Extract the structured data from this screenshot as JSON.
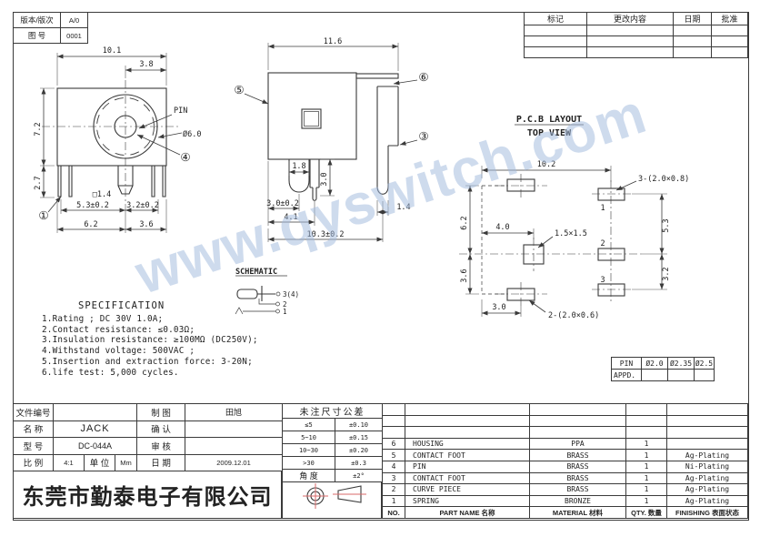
{
  "sheet": {
    "company": "东莞市勤泰电子有限公司",
    "watermark": "www.qyswitch.com"
  },
  "version_table": {
    "r1_label": "版本/版次",
    "r1_value": "A/0",
    "r2_label": "图 号",
    "r2_value": "0001"
  },
  "revision_table": {
    "headers": [
      "标记",
      "更改内容",
      "日期",
      "批准"
    ]
  },
  "front_view": {
    "dim_width": "10.1",
    "dim_offset": "3.8",
    "dim_height": "7.2",
    "dim_leg": "2.7",
    "pin_label": "PIN",
    "dim_dia": "Ø6.0",
    "dim_square": "□1.4",
    "dim_53": "5.3±0.2",
    "dim_32": "3.2±0.2",
    "dim_62": "6.2",
    "dim_36": "3.6",
    "balloon_1": "①",
    "balloon_4": "④"
  },
  "side_view": {
    "dim_width": "11.6",
    "dim_leg_w": "1.8",
    "dim_pin": "3.0",
    "dim_30": "3.0±0.2",
    "dim_41": "4.1",
    "dim_14": "1.4",
    "dim_103": "10.3±0.2",
    "balloon_5": "⑤",
    "balloon_6": "⑥",
    "balloon_3": "③"
  },
  "pcb_layout": {
    "title": "P.C.B LAYOUT",
    "subtitle": "TOP VIEW",
    "dim_102": "10.2",
    "dim_62": "6.2",
    "dim_36": "3.6",
    "dim_40": "4.0",
    "dim_53": "5.3",
    "dim_32": "3.2",
    "dim_30": "3.0",
    "pad_square": "1.5×1.5",
    "pads_3": "3-(2.0×0.8)",
    "pads_2": "2-(2.0×0.6)",
    "pin1": "1",
    "pin2": "2",
    "pin3": "3"
  },
  "schematic": {
    "title": "SCHEMATIC",
    "pin_34": "3(4)",
    "pin_2": "2",
    "pin_1": "1"
  },
  "specification": {
    "title": "SPECIFICATION",
    "lines": [
      "1.Rating ; DC 30V 1.0A;",
      "2.Contact resistance: ≤0.03Ω;",
      "3.Insulation resistance: ≥100MΩ (DC250V);",
      "4.Withstand voltage: 500VAC ;",
      "5.Insertion and extraction force: 3-20N;",
      "6.life test: 5,000 cycles."
    ]
  },
  "pin_table": {
    "label": "PIN",
    "d1": "Ø2.0",
    "d2": "Ø2.35",
    "d3": "Ø2.5",
    "appd": "APPD."
  },
  "title_block": {
    "file_label": "文件编号",
    "draw_label": "制 图",
    "drawer": "田旭",
    "name_label": "名 称",
    "name": "JACK",
    "confirm_label": "确 认",
    "model_label": "型 号",
    "model": "DC-044A",
    "check_label": "审 核",
    "scale_label": "比 例",
    "scale": "4:1",
    "unit_label": "单 位",
    "unit": "Mm",
    "date_label": "日 期",
    "date": "2009.12.01"
  },
  "tolerance_table": {
    "title": "未注尺寸公差",
    "rows": [
      [
        "≤5",
        "±0.10"
      ],
      [
        "5~10",
        "±0.15"
      ],
      [
        "10~30",
        "±0.20"
      ],
      [
        ">30",
        "±0.3"
      ],
      [
        "角 度",
        "±2°"
      ]
    ]
  },
  "parts_table": {
    "headers": [
      "NO.",
      "PART NAME 名称",
      "MATERIAL 材料",
      "QTY. 数量",
      "FINISHING 表面状态"
    ],
    "rows": [
      [
        "6",
        "HOUSING",
        "PPA",
        "1",
        ""
      ],
      [
        "5",
        "CONTACT FOOT",
        "BRASS",
        "1",
        "Ag-Plating"
      ],
      [
        "4",
        "PIN",
        "BRASS",
        "1",
        "Ni-Plating"
      ],
      [
        "3",
        "CONTACT FOOT",
        "BRASS",
        "1",
        "Ag-Plating"
      ],
      [
        "2",
        "CURVE PIECE",
        "BRASS",
        "1",
        "Ag-Plating"
      ],
      [
        "1",
        "SPRING",
        "BRONZE",
        "1",
        "Ag-Plating"
      ]
    ]
  },
  "colors": {
    "line": "#3a3a3a",
    "accent_red": "#d96a6a",
    "watermark_blue": "#9fb8dd"
  }
}
